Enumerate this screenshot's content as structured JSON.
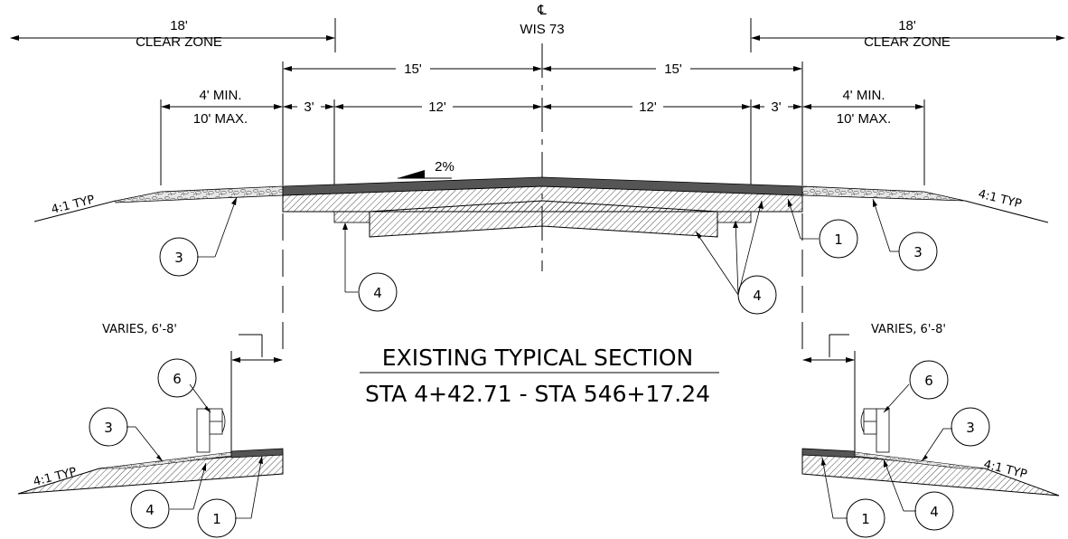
{
  "centerline": {
    "symbol": "℄",
    "label": "WIS 73"
  },
  "clear_zone": {
    "left_value": "18'",
    "left_label": "CLEAR ZONE",
    "right_value": "18'",
    "right_label": "CLEAR ZONE"
  },
  "dims": {
    "half_width_left": "15'",
    "half_width_right": "15'",
    "shoulder_left": "3'",
    "shoulder_right": "3'",
    "lane_left": "12'",
    "lane_right": "12'",
    "min_left": "4' MIN.",
    "max_left": "10' MAX.",
    "min_right": "4' MIN.",
    "max_right": "10' MAX."
  },
  "cross_slope": "2%",
  "slopes": {
    "left_main": "4:1 TYP",
    "right_main": "4:1 TYP",
    "left_detail": "4:1 TYP",
    "right_detail": "4:1 TYP"
  },
  "varies": {
    "left": "VARIES, 6'-8'",
    "right": "VARIES, 6'-8'"
  },
  "callouts": {
    "c3_left": "3",
    "c4_left": "4",
    "c4_right": "4",
    "c1_right": "1",
    "c3_right": "3",
    "c6_dl": "6",
    "c3_dl": "3",
    "c4_dl": "4",
    "c1_dl": "1",
    "c6_dr": "6",
    "c3_dr": "3",
    "c1_dr": "1",
    "c4_dr": "4"
  },
  "title": {
    "line1": "EXISTING TYPICAL SECTION",
    "line2": "STA 4+42.71 - STA 546+17.24"
  }
}
